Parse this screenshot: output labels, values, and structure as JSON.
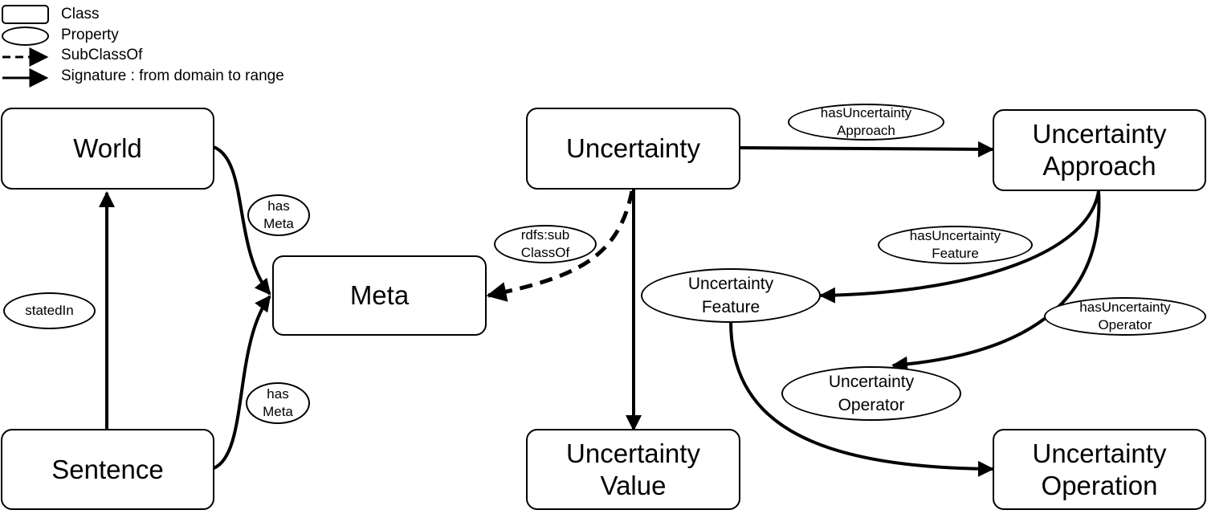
{
  "legend": {
    "class": "Class",
    "property": "Property",
    "subclassof": "SubClassOf",
    "signature": "Signature : from domain to range"
  },
  "classes": {
    "world": "World",
    "sentence": "Sentence",
    "meta": "Meta",
    "uncertainty": "Uncertainty",
    "uncertainty_approach": "Uncertainty\nApproach",
    "uncertainty_value": "Uncertainty\nValue",
    "uncertainty_operation": "Uncertainty\nOperation"
  },
  "properties": {
    "has_meta_top": "has\nMeta",
    "has_meta_bottom": "has\nMeta",
    "stated_in": "statedIn",
    "rdfs_subclassof": "rdfs:sub\nClassOf",
    "has_uncertainty_approach": "hasUncertainty\nApproach",
    "has_uncertainty_feature": "hasUncertainty\nFeature",
    "has_uncertainty_operator": "hasUncertainty\nOperator",
    "uncertainty_feature": "Uncertainty\nFeature",
    "uncertainty_operator": "Uncertainty\nOperator"
  }
}
